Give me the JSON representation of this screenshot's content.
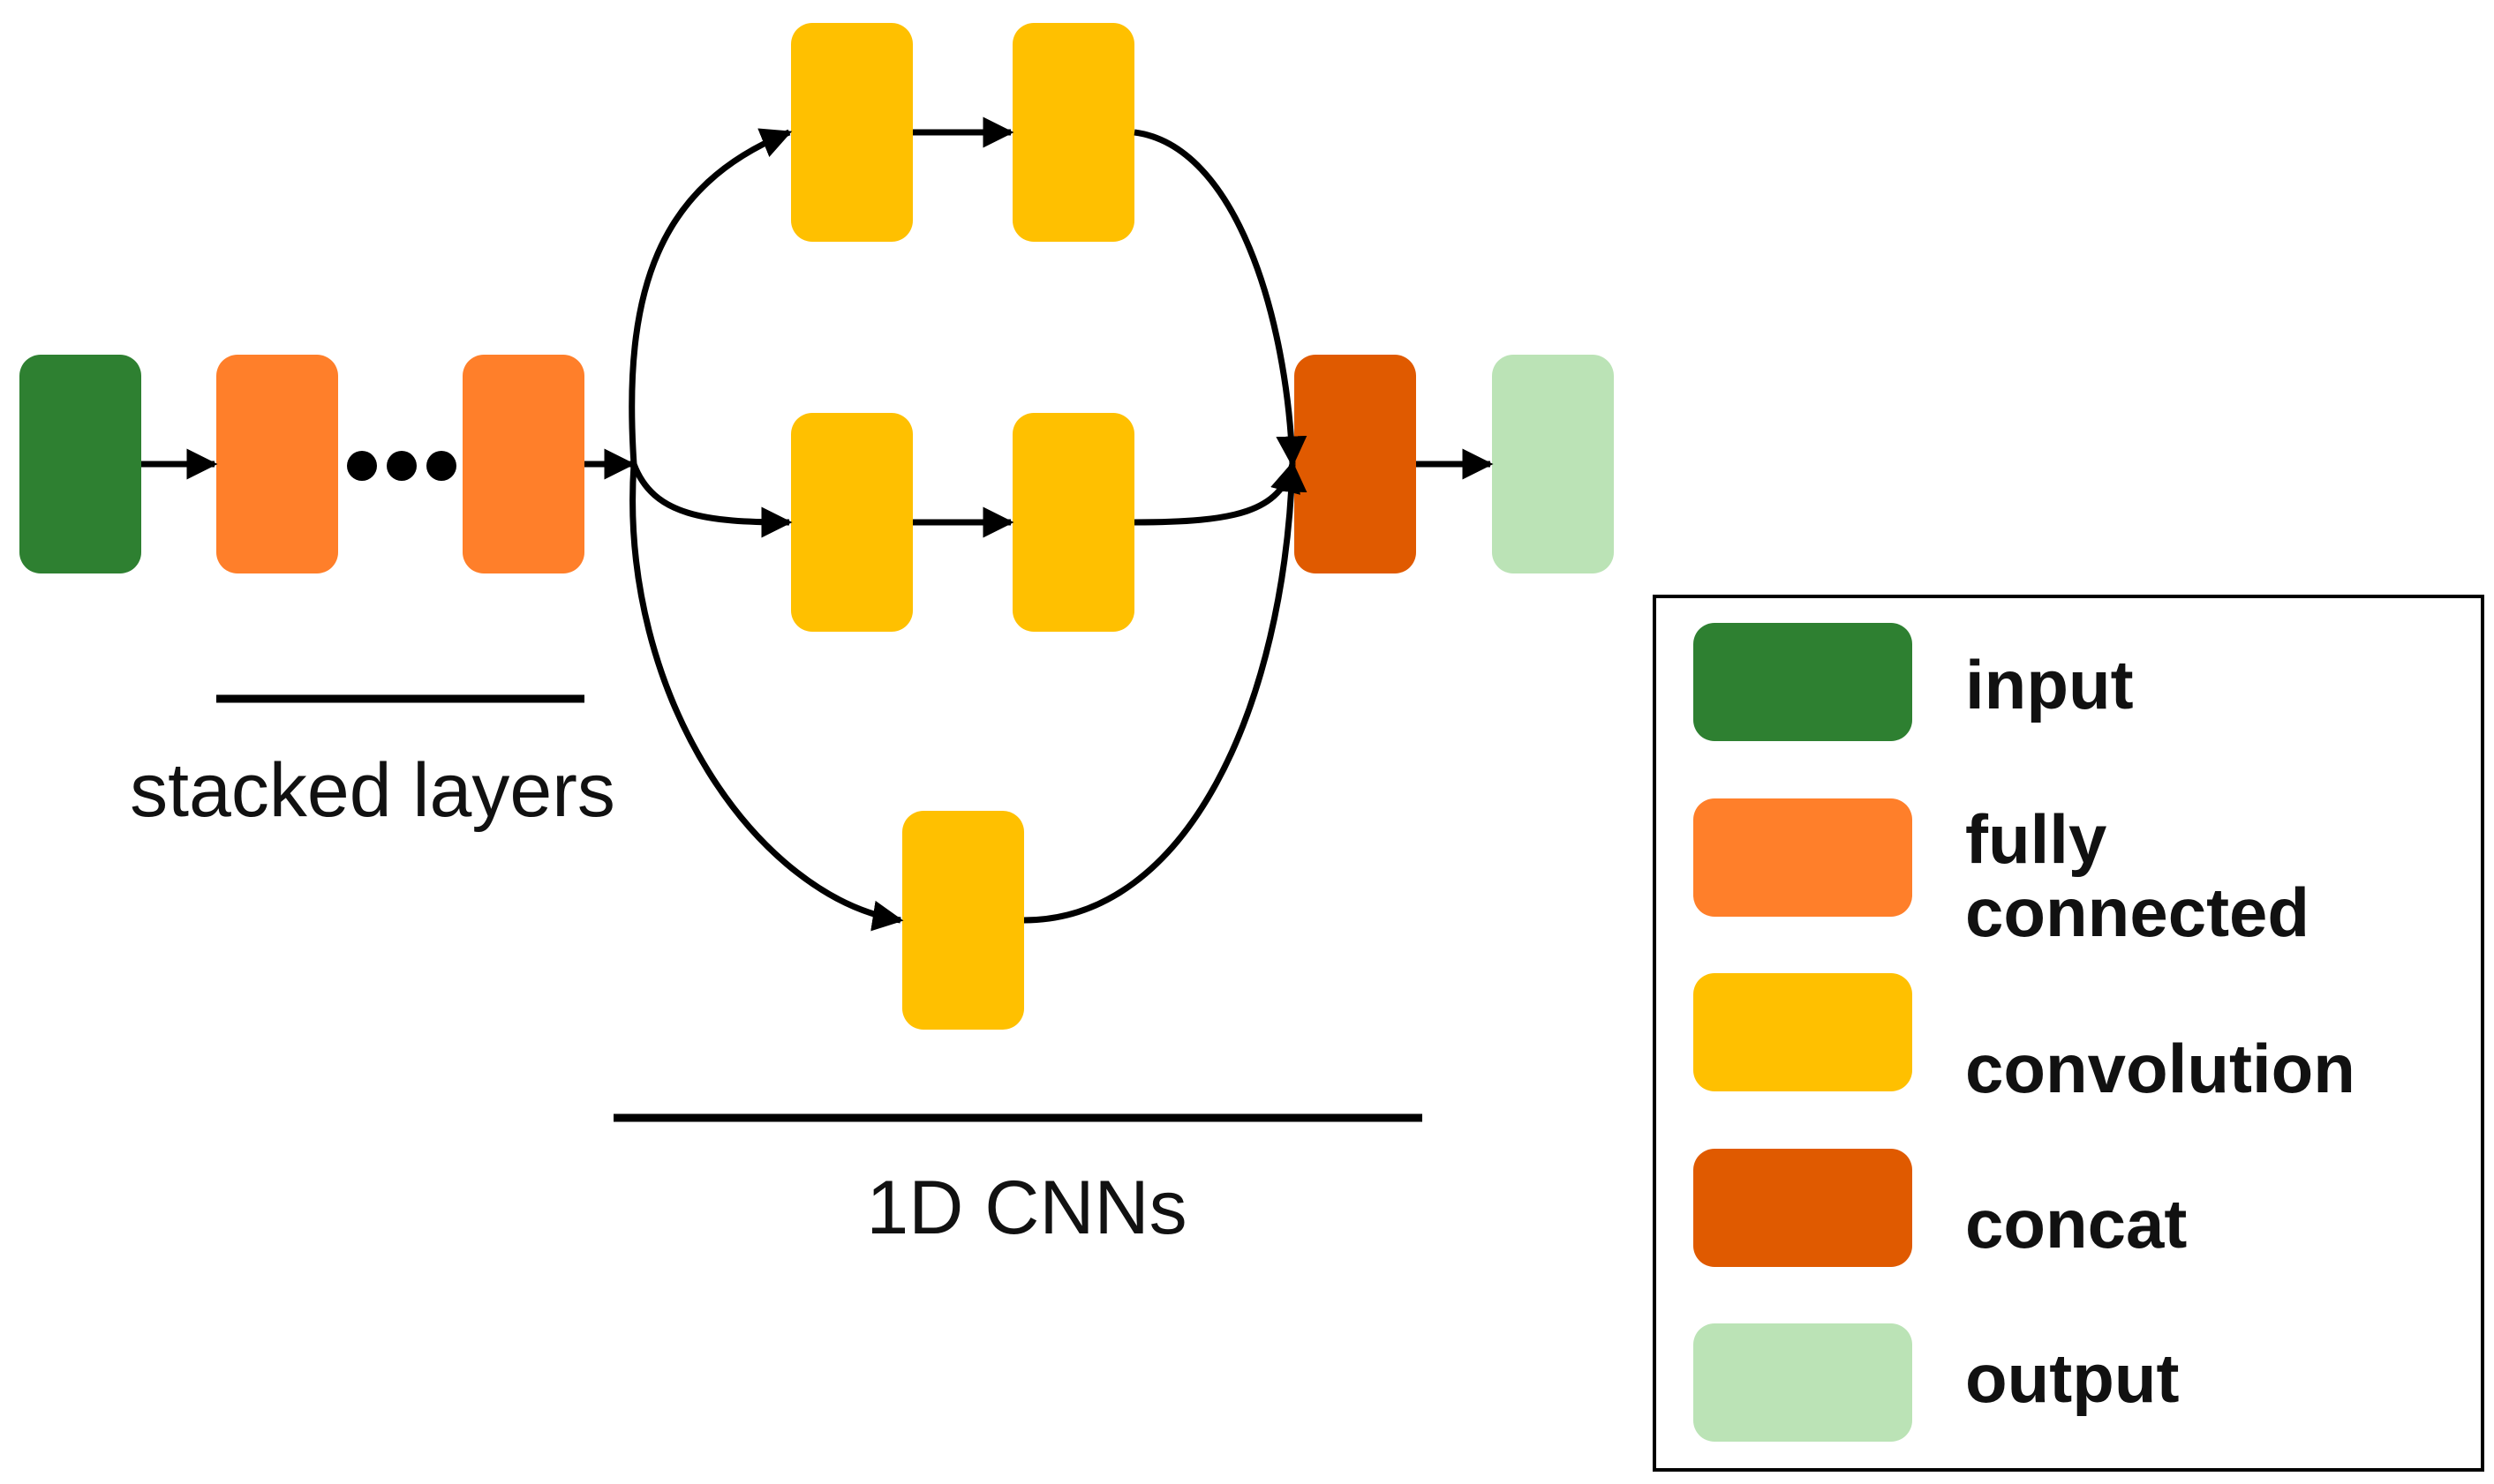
{
  "colors": {
    "input": "#2E8031",
    "fully_connected": "#FF7F2A",
    "convolution": "#FFC000",
    "concat": "#E05A00",
    "output": "#BBE3B6",
    "stroke": "#000000"
  },
  "labels": {
    "stacked_layers": "stacked layers",
    "cnns": "1D CNNs"
  },
  "legend": {
    "items": [
      {
        "key": "input",
        "lines": [
          "input"
        ]
      },
      {
        "key": "fully_connected",
        "lines": [
          "fully",
          "connected"
        ]
      },
      {
        "key": "convolution",
        "lines": [
          "convolution"
        ]
      },
      {
        "key": "concat",
        "lines": [
          "concat"
        ]
      },
      {
        "key": "output",
        "lines": [
          "output"
        ]
      }
    ]
  }
}
